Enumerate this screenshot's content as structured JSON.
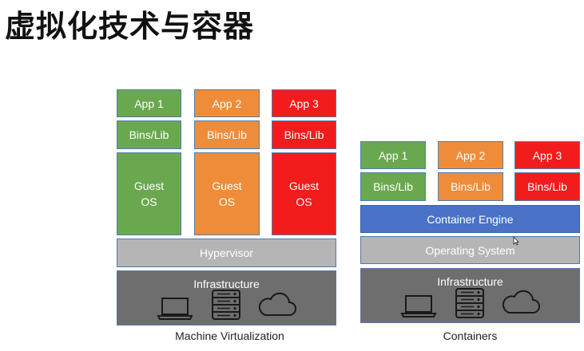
{
  "title": "虚拟化技术与容器",
  "vm": {
    "apps": [
      "App 1",
      "App 2",
      "App 3"
    ],
    "bins": [
      "Bins/Lib",
      "Bins/Lib",
      "Bins/Lib"
    ],
    "guests": [
      "Guest\nOS",
      "Guest\nOS",
      "Guest\nOS"
    ],
    "hypervisor": "Hypervisor",
    "infrastructure": "Infrastructure",
    "caption": "Machine Virtualization"
  },
  "containers": {
    "apps": [
      "App 1",
      "App 2",
      "App 3"
    ],
    "bins": [
      "Bins/Lib",
      "Bins/Lib",
      "Bins/Lib"
    ],
    "engine": "Container Engine",
    "os": "Operating System",
    "infrastructure": "Infrastructure",
    "caption": "Containers"
  },
  "icons": [
    "laptop-icon",
    "server-icon",
    "cloud-icon"
  ]
}
